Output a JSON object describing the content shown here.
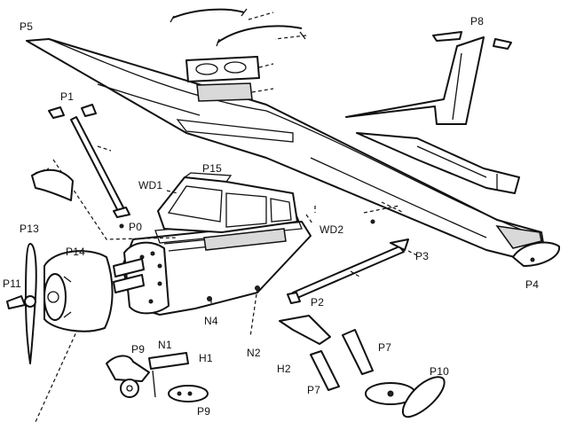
{
  "labels": {
    "p5": "P5",
    "p8": "P8",
    "p1": "P1",
    "p15": "P15",
    "wd1": "WD1",
    "wd2": "WD2",
    "p0": "P0",
    "p13": "P13",
    "p14": "P14",
    "p11": "P11",
    "p3": "P3",
    "p4": "P4",
    "p2": "P2",
    "n4": "N4",
    "n2": "N2",
    "h2": "H2",
    "p7a": "P7",
    "p7b": "P7",
    "p9a": "P9",
    "p9b": "P9",
    "n1": "N1",
    "h1": "H1",
    "p10": "P10"
  }
}
